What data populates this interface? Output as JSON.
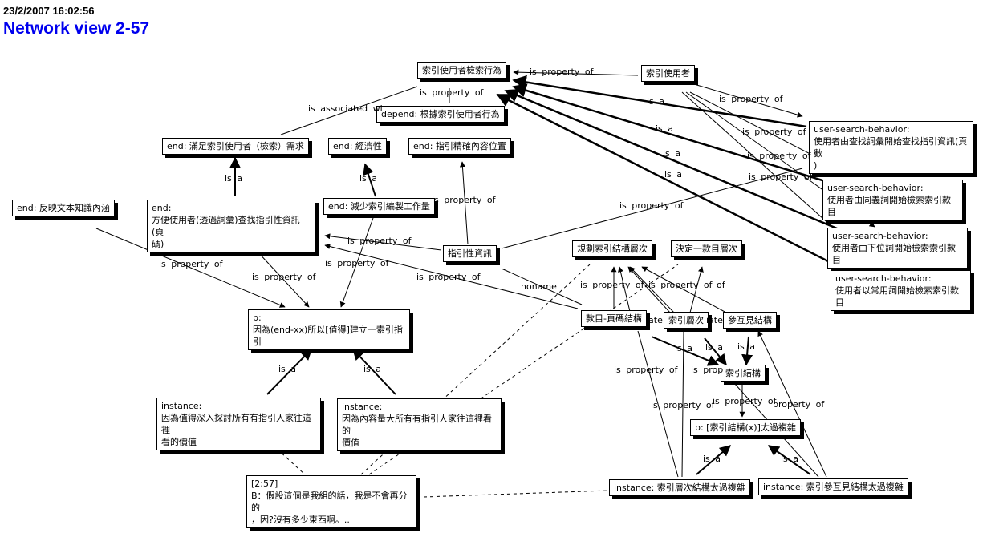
{
  "header": {
    "timestamp": "23/2/2007 16:02:56",
    "title": "Network view 2-57"
  },
  "nodes": [
    {
      "id": "n1",
      "text": "索引使用者檢索行為"
    },
    {
      "id": "n2",
      "text": "索引使用者"
    },
    {
      "id": "n3",
      "text": "depend: 根據索引使用者行為"
    },
    {
      "id": "n4",
      "text": "end: 滿足索引使用者（檢索）需求"
    },
    {
      "id": "n5",
      "text": "end: 經濟性"
    },
    {
      "id": "n6",
      "text": "end: 指引精確內容位置"
    },
    {
      "id": "n7",
      "text": "user-search-behavior:\n使用者由查找詞彙開始查找指引資訊(頁數\n)"
    },
    {
      "id": "n8",
      "text": "user-search-behavior:\n使用者由同義詞開始檢索索引款目"
    },
    {
      "id": "n9",
      "text": "user-search-behavior:\n使用者由下位詞開始檢索索引款目"
    },
    {
      "id": "n10",
      "text": "user-search-behavior:\n使用者以常用詞開始檢索索引款目"
    },
    {
      "id": "n11",
      "text": "end: 反映文本知識內涵"
    },
    {
      "id": "n12",
      "text": "end:\n方便使用者(透過詞彙)查找指引性資訊(頁\n碼)"
    },
    {
      "id": "n13",
      "text": "end: 減少索引編製工作量"
    },
    {
      "id": "n14",
      "text": "指引性資訊"
    },
    {
      "id": "n15",
      "text": "規劃索引結構層次"
    },
    {
      "id": "n16",
      "text": "決定一款目層次"
    },
    {
      "id": "n17",
      "text": "款目-頁碼結構"
    },
    {
      "id": "n18",
      "text": "索引層次"
    },
    {
      "id": "n19",
      "text": "參互見結構"
    },
    {
      "id": "n20",
      "text": "索引結構"
    },
    {
      "id": "n21",
      "text": "p:\n因為(end-xx)所以[值得]建立一索引指引"
    },
    {
      "id": "n22",
      "text": "p: [索引結構(x)]太過複雜"
    },
    {
      "id": "n23",
      "text": "instance:\n因為值得深入探討所有有指引人家往這裡\n看的價值"
    },
    {
      "id": "n24",
      "text": "instance:\n因為內容量大所有有指引人家往這裡看的\n價值"
    },
    {
      "id": "n25",
      "text": "[2:57]\nB：假設這個是我組的話，我是不會再分的\n，因?沒有多少東西啊。.."
    },
    {
      "id": "n26",
      "text": "instance: 索引層次結構太過複雜"
    },
    {
      "id": "n27",
      "text": "instance: 索引參互見結構太過複雜"
    }
  ],
  "edge_labels": [
    {
      "id": "e1",
      "text": "is property of"
    },
    {
      "id": "e2",
      "text": "is property of"
    },
    {
      "id": "e3",
      "text": "is associated wi"
    },
    {
      "id": "e4",
      "text": "is a"
    },
    {
      "id": "e5",
      "text": "is property of"
    },
    {
      "id": "e6",
      "text": "is a"
    },
    {
      "id": "e7",
      "text": "is property of"
    },
    {
      "id": "e8",
      "text": "is a"
    },
    {
      "id": "e9",
      "text": "is property of"
    },
    {
      "id": "e10",
      "text": "is a"
    },
    {
      "id": "e11",
      "text": "is property of"
    },
    {
      "id": "e12",
      "text": "is a"
    },
    {
      "id": "e13",
      "text": "is a"
    },
    {
      "id": "e14",
      "text": "is property of"
    },
    {
      "id": "e15",
      "text": "is property of"
    },
    {
      "id": "e16",
      "text": "is property of"
    },
    {
      "id": "e17",
      "text": "is property of"
    },
    {
      "id": "e18",
      "text": "is property of"
    },
    {
      "id": "e19",
      "text": "is property of"
    },
    {
      "id": "e20",
      "text": "is property of"
    },
    {
      "id": "e21",
      "text": "noname"
    },
    {
      "id": "e22",
      "text": "is property of"
    },
    {
      "id": "e23",
      "text": "is property of"
    },
    {
      "id": "e24",
      "text": "of"
    },
    {
      "id": "e25",
      "text": "iate"
    },
    {
      "id": "e26",
      "text": "iate"
    },
    {
      "id": "e27",
      "text": "is a"
    },
    {
      "id": "e28",
      "text": "is a"
    },
    {
      "id": "e29",
      "text": "is a"
    },
    {
      "id": "e30",
      "text": "is property of"
    },
    {
      "id": "e31",
      "text": "is prop"
    },
    {
      "id": "e32",
      "text": "is property of"
    },
    {
      "id": "e33",
      "text": "is property of"
    },
    {
      "id": "e34",
      "text": "property of"
    },
    {
      "id": "e35",
      "text": "is a"
    },
    {
      "id": "e36",
      "text": "is a"
    },
    {
      "id": "e37",
      "text": "is a"
    },
    {
      "id": "e38",
      "text": "is a"
    }
  ]
}
